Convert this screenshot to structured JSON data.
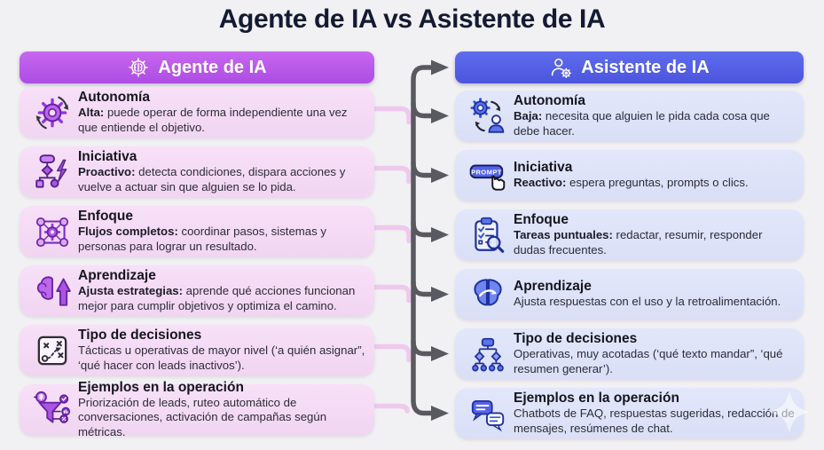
{
  "title": "Agente de IA vs Asistente de IA",
  "colors": {
    "background": "#f1f0f2",
    "title_text": "#141a33",
    "agent_header": "#b556e8",
    "assistant_header": "#5360e6",
    "agent_card": "#f5daf5",
    "assistant_card": "#dde3f8",
    "connector_arrow": "#595a5f",
    "agent_stub": "#eec9ed"
  },
  "left": {
    "header": {
      "label": "Agente de IA",
      "icon": "brain-gear-icon"
    },
    "rows": [
      {
        "icon": "gear-cycle-icon",
        "title": "Autonomía",
        "lead": "Alta:",
        "text": " puede operar de forma independiente una vez que entiende el objetivo."
      },
      {
        "icon": "flowchart-bolt-icon",
        "title": "Iniciativa",
        "lead": "Proactivo:",
        "text": " detecta condiciones, dispara acciones y vuelve a actuar sin que alguien se lo pida."
      },
      {
        "icon": "team-network-icon",
        "title": "Enfoque",
        "lead": "Flujos completos:",
        "text": " coordinar pasos, sistemas y personas para lograr un resultado."
      },
      {
        "icon": "brain-up-arrow-icon",
        "title": "Aprendizaje",
        "lead": "Ajusta estrategias:",
        "text": " aprende qué acciones funcionan mejor para cumplir objetivos y optimiza el camino."
      },
      {
        "icon": "strategy-board-icon",
        "title": "Tipo de decisiones",
        "lead": "",
        "text": "Tácticas u operativas de mayor nivel (‘a quién asignar”, ‘qué hacer con leads inactivos’)."
      },
      {
        "icon": "lead-funnel-icon",
        "title": "Ejemplos en la operación",
        "lead": "",
        "text": "Priorización de leads, ruteo automático de conversaciones, activación de campañas según métricas."
      }
    ]
  },
  "right": {
    "header": {
      "label": "Asistente de IA",
      "icon": "assistant-gear-icon"
    },
    "rows": [
      {
        "icon": "gear-person-cycle-icon",
        "title": "Autonomía",
        "lead": "Baja:",
        "text": " necesita que alguien le pida cada cosa que debe hacer."
      },
      {
        "icon": "prompt-button-icon",
        "icon_label": "PROMPT",
        "title": "Iniciativa",
        "lead": "Reactivo:",
        "text": " espera preguntas, prompts o clics."
      },
      {
        "icon": "checklist-magnifier-icon",
        "title": "Enfoque",
        "lead": "Tareas puntuales:",
        "text": " redactar, resumir, responder dudas frecuentes."
      },
      {
        "icon": "brain-feedback-icon",
        "title": "Aprendizaje",
        "lead": "",
        "text": "Ajusta respuestas con el uso y la retroalimentación."
      },
      {
        "icon": "decision-tree-icon",
        "title": "Tipo de decisiones",
        "lead": "",
        "text": "Operativas, muy acotadas (‘qué texto mandar”, ‘qué resumen generar’)."
      },
      {
        "icon": "chat-bubbles-icon",
        "title": "Ejemplos en la operación",
        "lead": "",
        "text": "Chatbots de FAQ, respuestas sugeridas, redacción de mensajes, resúmenes de chat."
      }
    ]
  }
}
